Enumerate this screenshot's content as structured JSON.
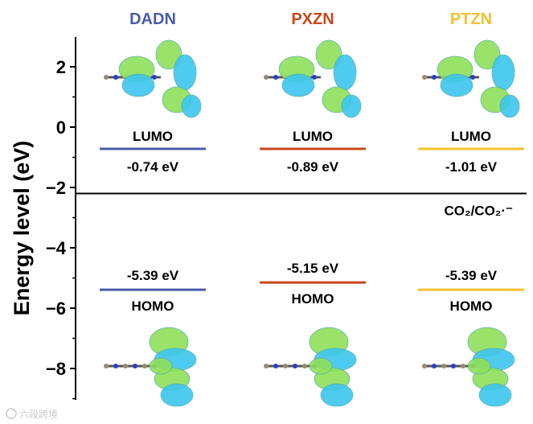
{
  "chart_data": {
    "type": "energy-level-diagram",
    "ylabel": "Energy level (eV)",
    "ylim": [
      -9,
      3
    ],
    "yticks": [
      2,
      0,
      -2,
      -4,
      -6,
      -8
    ],
    "ytick_labels": [
      "2",
      "0",
      "−2",
      "−4",
      "−6",
      "−8"
    ],
    "molecules": [
      {
        "name": "DADN",
        "color": "#4a5ca8",
        "lumo": -0.74,
        "homo": -5.39,
        "lumo_label": "-0.74 eV",
        "homo_label": "-5.39 eV"
      },
      {
        "name": "PXZN",
        "color": "#c9471a",
        "lumo": -0.89,
        "homo": -5.15,
        "lumo_label": "-0.89 eV",
        "homo_label": "-5.15 eV"
      },
      {
        "name": "PTZN",
        "color": "#f2c12e",
        "lumo": -1.01,
        "homo": -5.39,
        "lumo_label": "-1.01 eV",
        "homo_label": "-5.39 eV"
      }
    ],
    "level_names": {
      "lumo": "LUMO",
      "homo": "HOMO"
    },
    "reference": {
      "label": "CO₂/CO₂·⁻",
      "value": -2.2
    },
    "grid": false
  },
  "watermark": "六段跨境"
}
